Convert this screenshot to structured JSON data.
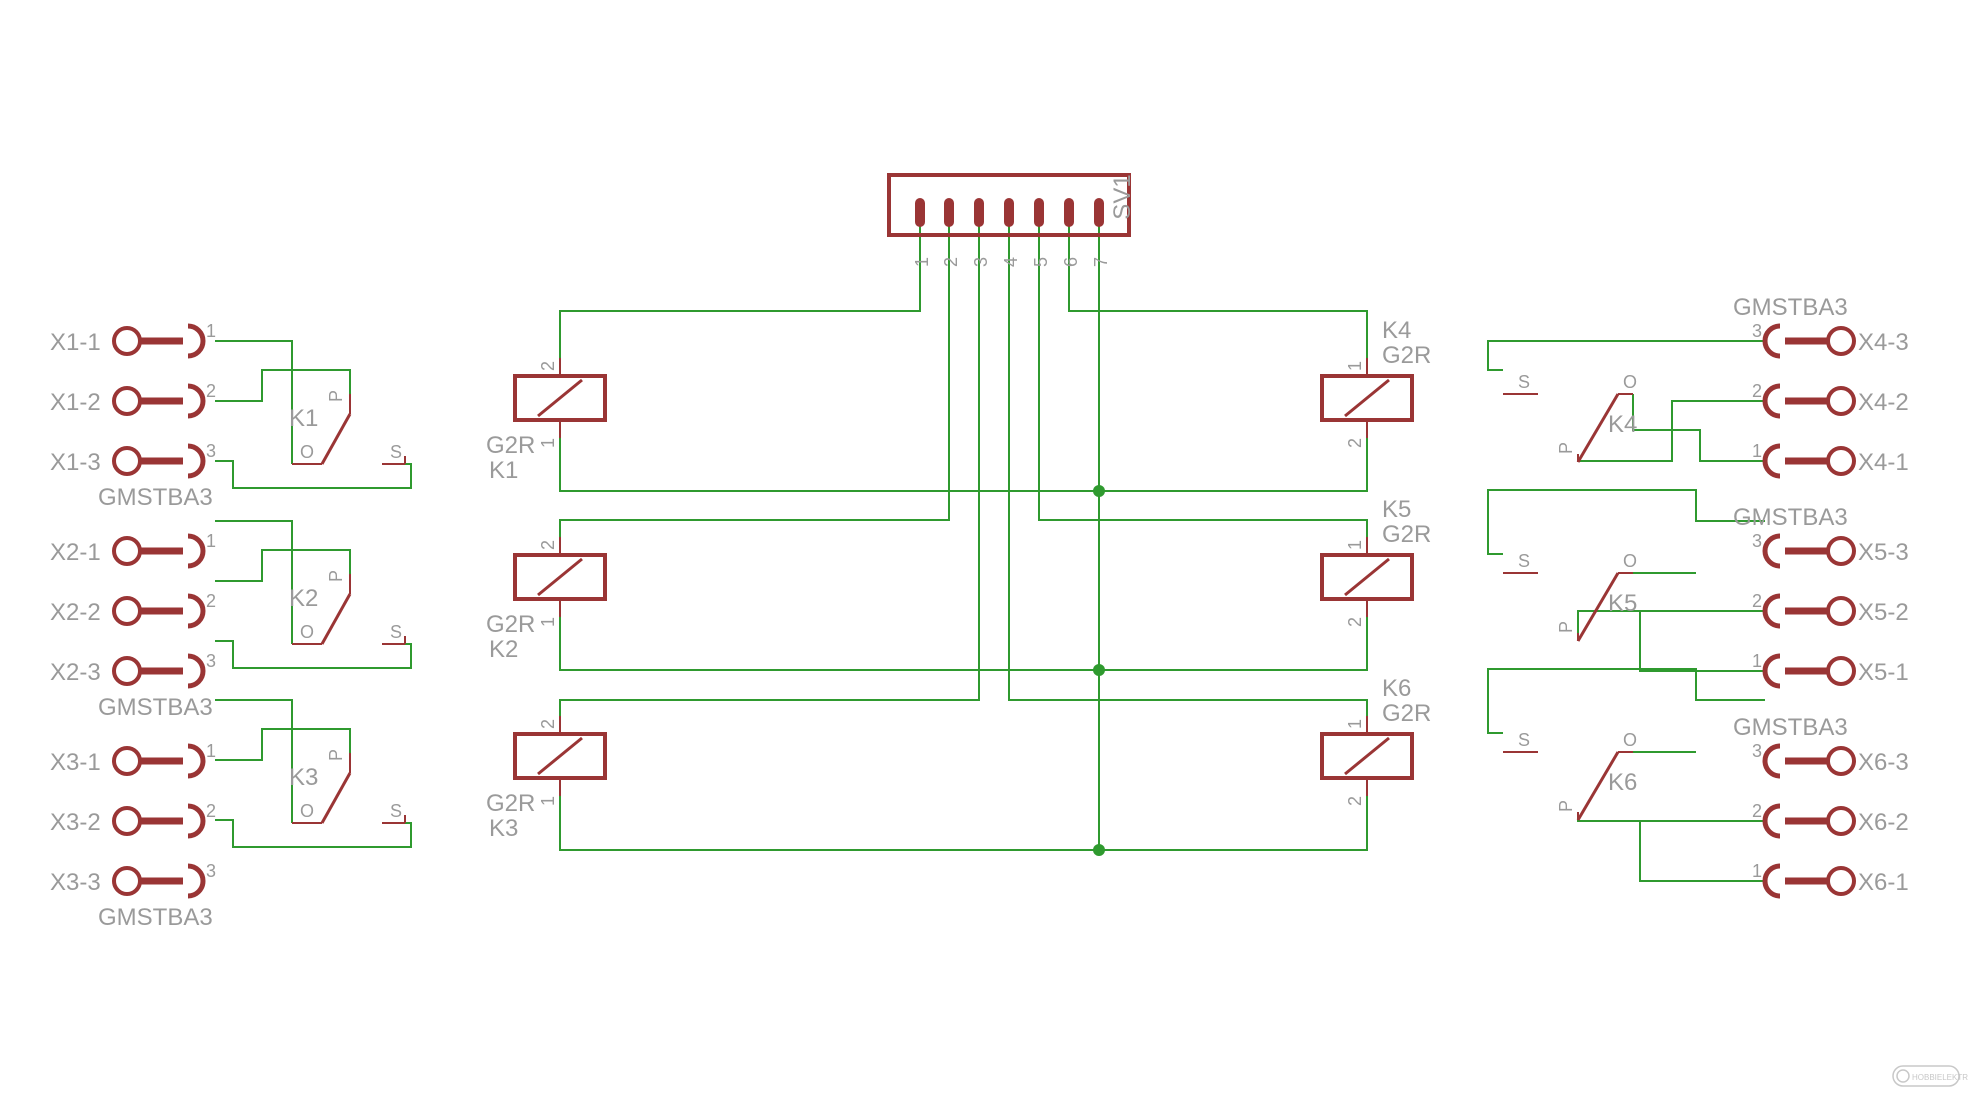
{
  "header": {
    "designator": "SV1",
    "pins": [
      "1",
      "2",
      "3",
      "4",
      "5",
      "6",
      "7"
    ]
  },
  "relays": [
    {
      "name": "K1",
      "value": "G2R",
      "coil_pin_top": "2",
      "coil_pin_bottom": "1"
    },
    {
      "name": "K2",
      "value": "G2R",
      "coil_pin_top": "2",
      "coil_pin_bottom": "1"
    },
    {
      "name": "K3",
      "value": "G2R",
      "coil_pin_top": "2",
      "coil_pin_bottom": "1"
    },
    {
      "name": "K4",
      "value": "G2R",
      "coil_pin_top": "1",
      "coil_pin_bottom": "2"
    },
    {
      "name": "K5",
      "value": "G2R",
      "coil_pin_top": "1",
      "coil_pin_bottom": "2"
    },
    {
      "name": "K6",
      "value": "G2R",
      "coil_pin_top": "1",
      "coil_pin_bottom": "2"
    }
  ],
  "switch_pins": {
    "common": "P",
    "normally_closed": "O",
    "normally_open": "S"
  },
  "terminals": [
    {
      "value": "GMSTBA3",
      "pins": [
        {
          "label": "X1-1",
          "num": "1"
        },
        {
          "label": "X1-2",
          "num": "2"
        },
        {
          "label": "X1-3",
          "num": "3"
        }
      ]
    },
    {
      "value": "GMSTBA3",
      "pins": [
        {
          "label": "X2-1",
          "num": "1"
        },
        {
          "label": "X2-2",
          "num": "2"
        },
        {
          "label": "X2-3",
          "num": "3"
        }
      ]
    },
    {
      "value": "GMSTBA3",
      "pins": [
        {
          "label": "X3-1",
          "num": "1"
        },
        {
          "label": "X3-2",
          "num": "2"
        },
        {
          "label": "X3-3",
          "num": "3"
        }
      ]
    },
    {
      "value": "GMSTBA3",
      "pins": [
        {
          "label": "X4-3",
          "num": "3"
        },
        {
          "label": "X4-2",
          "num": "2"
        },
        {
          "label": "X4-1",
          "num": "1"
        }
      ]
    },
    {
      "value": "GMSTBA3",
      "pins": [
        {
          "label": "X5-3",
          "num": "3"
        },
        {
          "label": "X5-2",
          "num": "2"
        },
        {
          "label": "X5-1",
          "num": "1"
        }
      ]
    },
    {
      "value": "GMSTBA3",
      "pins": [
        {
          "label": "X6-3",
          "num": "3"
        },
        {
          "label": "X6-2",
          "num": "2"
        },
        {
          "label": "X6-1",
          "num": "1"
        }
      ]
    }
  ],
  "colors": {
    "wire": "#2f9a2f",
    "symbol": "#9a3535",
    "text": "#9a9a9a"
  },
  "logo": {
    "text": "HOBBIELEKTRONIKA"
  }
}
